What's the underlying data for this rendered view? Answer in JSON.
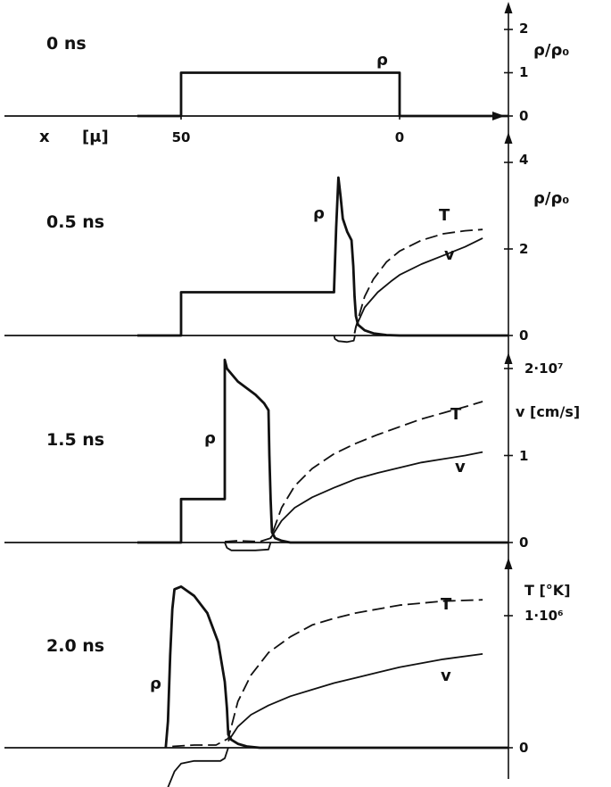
{
  "chart_data": {
    "type": "line",
    "panels": [
      {
        "time": "0 ns",
        "x_axis": {
          "label_x": "x",
          "label_unit": "[μ]",
          "tick_labels": [
            "50",
            "0"
          ],
          "ticks": [
            50,
            0
          ]
        },
        "y_axis": {
          "label": "ρ/ρ₀",
          "ticks": [
            0,
            1,
            2
          ],
          "tick_labels": [
            "0",
            "1",
            "2"
          ],
          "ylim": [
            0,
            2.5
          ]
        },
        "curve_labels": {
          "rho": "ρ"
        },
        "series": [
          {
            "name": "ρ",
            "style": "solid",
            "axis": "rho",
            "points": [
              [
                60,
                0
              ],
              [
                50,
                0
              ],
              [
                50,
                1
              ],
              [
                0,
                1
              ],
              [
                0,
                0
              ],
              [
                -25,
                0
              ]
            ]
          }
        ]
      },
      {
        "time": "0.5 ns",
        "y_axis": {
          "label": "ρ/ρ₀",
          "ticks": [
            0,
            2,
            4
          ],
          "tick_labels": [
            "0",
            "2",
            "4"
          ],
          "ylim": [
            0,
            4.2
          ]
        },
        "curve_labels": {
          "rho": "ρ",
          "T": "T",
          "v": "v"
        },
        "series": [
          {
            "name": "ρ",
            "style": "solid",
            "axis": "rho",
            "points": [
              [
                60,
                0
              ],
              [
                50,
                0
              ],
              [
                50,
                1
              ],
              [
                30,
                1
              ],
              [
                15,
                1
              ],
              [
                15,
                1.05
              ],
              [
                14.5,
                2.5
              ],
              [
                14,
                3.65
              ],
              [
                13.5,
                3.2
              ],
              [
                13,
                2.7
              ],
              [
                12,
                2.4
              ],
              [
                11,
                2.2
              ],
              [
                10.6,
                1.6
              ],
              [
                10.3,
                0.9
              ],
              [
                10,
                0.45
              ],
              [
                9.5,
                0.25
              ],
              [
                8,
                0.12
              ],
              [
                6,
                0.05
              ],
              [
                3,
                0.01
              ],
              [
                0,
                0
              ],
              [
                -25,
                0
              ]
            ]
          },
          {
            "name": "T",
            "style": "dashed",
            "axis": "rho",
            "points": [
              [
                10.3,
                0.05
              ],
              [
                10,
                0.2
              ],
              [
                8,
                0.9
              ],
              [
                6,
                1.3
              ],
              [
                3,
                1.7
              ],
              [
                0,
                1.95
              ],
              [
                -5,
                2.2
              ],
              [
                -10,
                2.35
              ],
              [
                -15,
                2.42
              ],
              [
                -19,
                2.45
              ]
            ]
          },
          {
            "name": "v",
            "style": "solid",
            "axis": "rho",
            "points": [
              [
                10.3,
                0.05
              ],
              [
                10,
                0.2
              ],
              [
                8,
                0.65
              ],
              [
                5,
                1.0
              ],
              [
                2,
                1.25
              ],
              [
                0,
                1.4
              ],
              [
                -5,
                1.65
              ],
              [
                -10,
                1.85
              ],
              [
                -15,
                2.05
              ],
              [
                -19,
                2.25
              ]
            ]
          },
          {
            "name": "v-negative",
            "style": "solid",
            "axis": "rho",
            "points": [
              [
                15,
                0
              ],
              [
                14.8,
                -0.08
              ],
              [
                14,
                -0.13
              ],
              [
                12,
                -0.15
              ],
              [
                10.5,
                -0.12
              ],
              [
                10.2,
                0
              ]
            ]
          }
        ]
      },
      {
        "time": "1.5 ns",
        "y_axis": {
          "label": "v [cm/s]",
          "ticks": [
            0,
            1,
            2
          ],
          "tick_labels": [
            "0",
            "1",
            "2·10⁷"
          ],
          "ylim": [
            0,
            2.1
          ]
        },
        "curve_labels": {
          "rho": "ρ",
          "T": "T",
          "v": "v"
        },
        "series": [
          {
            "name": "ρ",
            "style": "solid",
            "axis": "v",
            "points": [
              [
                60,
                0
              ],
              [
                50,
                0
              ],
              [
                50,
                0.5
              ],
              [
                40,
                0.5
              ],
              [
                40,
                2.1
              ],
              [
                39.5,
                2.0
              ],
              [
                37,
                1.85
              ],
              [
                33,
                1.7
              ],
              [
                31,
                1.6
              ],
              [
                30,
                1.52
              ],
              [
                29.8,
                1.0
              ],
              [
                29.5,
                0.5
              ],
              [
                29.2,
                0.12
              ],
              [
                28.5,
                0.05
              ],
              [
                27,
                0.02
              ],
              [
                25,
                0
              ],
              [
                -25,
                0
              ]
            ]
          },
          {
            "name": "T",
            "style": "dashed",
            "axis": "v",
            "points": [
              [
                40,
                0.01
              ],
              [
                37,
                0.02
              ],
              [
                32,
                0.01
              ],
              [
                29.5,
                0.05
              ],
              [
                27,
                0.4
              ],
              [
                24,
                0.65
              ],
              [
                20,
                0.85
              ],
              [
                15,
                1.02
              ],
              [
                10,
                1.14
              ],
              [
                5,
                1.24
              ],
              [
                0,
                1.33
              ],
              [
                -5,
                1.42
              ],
              [
                -10,
                1.49
              ],
              [
                -15,
                1.56
              ],
              [
                -19,
                1.62
              ]
            ]
          },
          {
            "name": "v",
            "style": "solid",
            "axis": "v",
            "points": [
              [
                29.5,
                0.05
              ],
              [
                27,
                0.25
              ],
              [
                24,
                0.4
              ],
              [
                20,
                0.52
              ],
              [
                15,
                0.63
              ],
              [
                10,
                0.73
              ],
              [
                5,
                0.8
              ],
              [
                0,
                0.86
              ],
              [
                -5,
                0.92
              ],
              [
                -10,
                0.96
              ],
              [
                -15,
                1.0
              ],
              [
                -19,
                1.04
              ]
            ]
          },
          {
            "name": "v-negative",
            "style": "solid",
            "axis": "v",
            "points": [
              [
                40,
                0
              ],
              [
                39.5,
                -0.06
              ],
              [
                38.5,
                -0.09
              ],
              [
                33,
                -0.09
              ],
              [
                30,
                -0.08
              ],
              [
                29.5,
                0
              ]
            ]
          }
        ]
      },
      {
        "time": "2.0 ns",
        "y_axis": {
          "label": "T [°K]",
          "ticks": [
            0,
            1
          ],
          "tick_labels": [
            "0",
            "1·10⁶"
          ],
          "ylim": [
            0,
            1.25
          ]
        },
        "curve_labels": {
          "rho": "ρ",
          "T": "T",
          "v": "v"
        },
        "series": [
          {
            "name": "ρ",
            "style": "solid",
            "axis": "T",
            "points": [
              [
                53.5,
                0
              ],
              [
                53,
                0.2
              ],
              [
                52.5,
                0.7
              ],
              [
                52,
                1.05
              ],
              [
                51.5,
                1.2
              ],
              [
                50,
                1.22
              ],
              [
                47,
                1.15
              ],
              [
                44,
                1.02
              ],
              [
                41.5,
                0.8
              ],
              [
                40,
                0.5
              ],
              [
                39.5,
                0.3
              ],
              [
                39.2,
                0.1
              ],
              [
                38.5,
                0.06
              ],
              [
                37,
                0.03
              ],
              [
                35,
                0.01
              ],
              [
                32,
                0
              ],
              [
                -25,
                0
              ]
            ]
          },
          {
            "name": "T",
            "style": "dashed",
            "axis": "T",
            "points": [
              [
                52,
                0.01
              ],
              [
                47,
                0.02
              ],
              [
                42,
                0.02
              ],
              [
                39.2,
                0.07
              ],
              [
                37,
                0.35
              ],
              [
                34,
                0.55
              ],
              [
                30,
                0.72
              ],
              [
                25,
                0.84
              ],
              [
                20,
                0.93
              ],
              [
                15,
                0.98
              ],
              [
                10,
                1.02
              ],
              [
                5,
                1.05
              ],
              [
                0,
                1.08
              ],
              [
                -10,
                1.11
              ],
              [
                -19,
                1.12
              ]
            ]
          },
          {
            "name": "v",
            "style": "solid",
            "axis": "T",
            "points": [
              [
                39.2,
                0.05
              ],
              [
                37,
                0.16
              ],
              [
                34,
                0.25
              ],
              [
                30,
                0.32
              ],
              [
                25,
                0.39
              ],
              [
                20,
                0.44
              ],
              [
                15,
                0.49
              ],
              [
                10,
                0.53
              ],
              [
                5,
                0.57
              ],
              [
                0,
                0.61
              ],
              [
                -10,
                0.67
              ],
              [
                -19,
                0.71
              ]
            ]
          },
          {
            "name": "v-negative",
            "style": "solid",
            "axis": "T",
            "points": [
              [
                53,
                -0.3
              ],
              [
                51.5,
                -0.18
              ],
              [
                50,
                -0.12
              ],
              [
                47,
                -0.1
              ],
              [
                41,
                -0.1
              ],
              [
                40,
                -0.08
              ],
              [
                39.2,
                0
              ]
            ]
          }
        ]
      }
    ]
  }
}
